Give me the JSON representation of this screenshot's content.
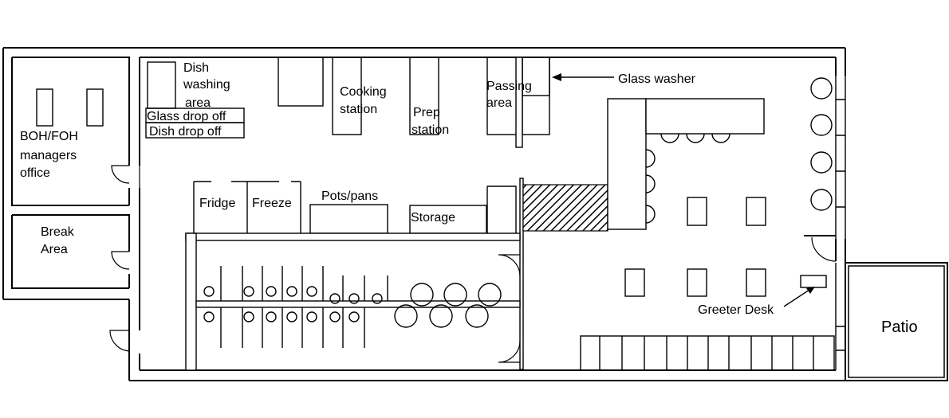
{
  "labels": {
    "dish_washing_1": "Dish",
    "dish_washing_2": "washing",
    "dish_washing_3": "area",
    "cooking_1": "Cooking",
    "cooking_2": "station",
    "prep_1": "Prep",
    "prep_2": "station",
    "passing_1": "Passing",
    "passing_2": "area",
    "glass_washer": "Glass washer",
    "glass_drop_off": "Glass drop off",
    "dish_drop_off": "Dish drop off",
    "office_1": "BOH/FOH",
    "office_2": "managers",
    "office_3": "office",
    "break_1": "Break",
    "break_2": "Area",
    "fridge": "Fridge",
    "freezer": "Freeze",
    "pots_pans": "Pots/pans",
    "storage": "Storage",
    "greeter_desk": "Greeter Desk",
    "patio": "Patio"
  }
}
